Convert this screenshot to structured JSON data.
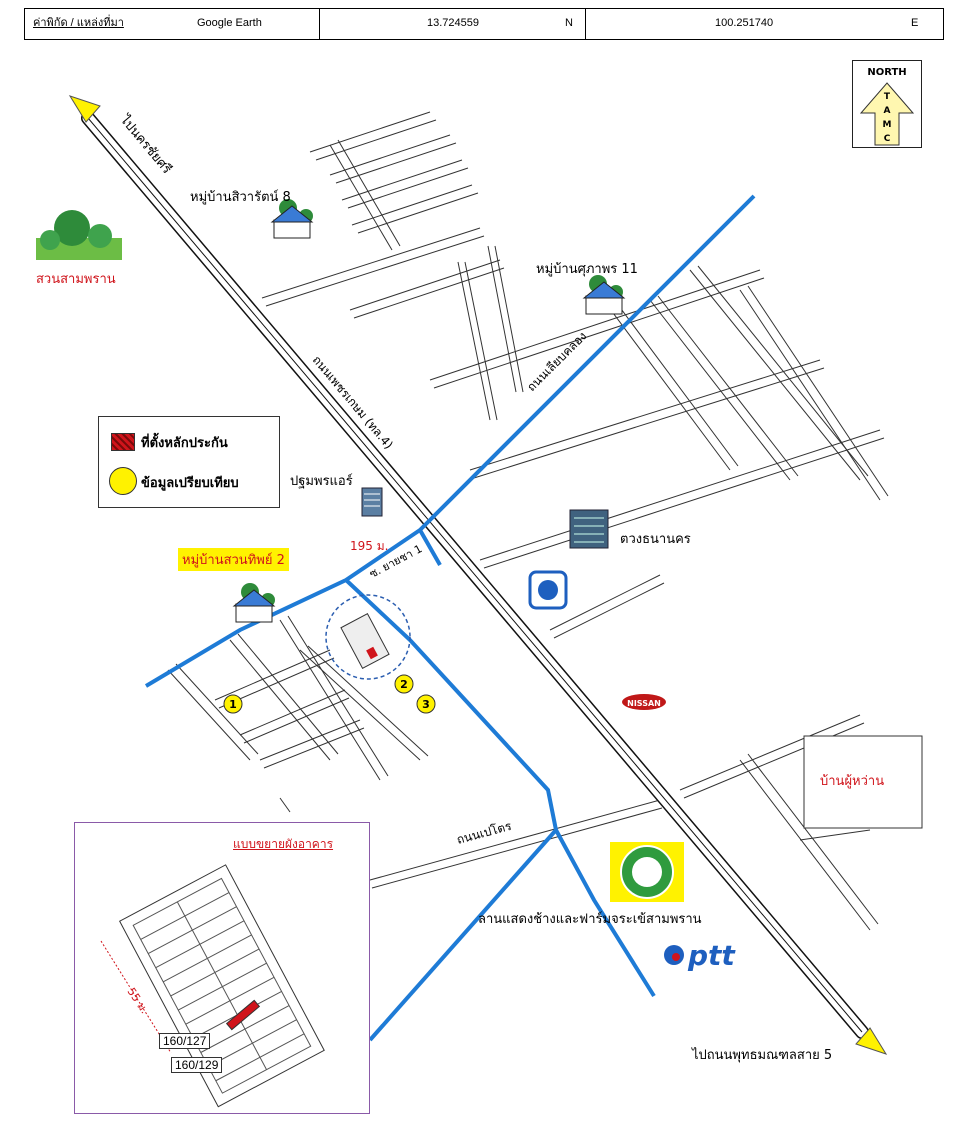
{
  "header": {
    "field_label": "ค่าพิกัด / แหล่งที่มา",
    "source": "Google Earth",
    "lat": "13.724559",
    "lat_dir": "N",
    "lon": "100.251740",
    "lon_dir": "E"
  },
  "north": {
    "n1": "NORTH",
    "t": "T",
    "a": "A",
    "m": "M",
    "c": "C"
  },
  "labels": {
    "to_nakhon_chaisi": "ไปนครชัยศรี",
    "park": "สวนสามพราน",
    "village_siwarat": "หมู่บ้านสิวารัตน์ 8",
    "village_supaporn": "หมู่บ้านศุภาพร 11",
    "road_phetkasem": "ถนนเพชรเกษม (ทล.4)",
    "road_liab_khlong": "ถนนเลียบคลอง",
    "patum_porn_air": "ปฐมพรแอร์",
    "tuang_thanakhon": "ตวงธนานคร",
    "distance": "195 ม.",
    "soi": "ซ. ยายชา 1",
    "village_suanthip": "หมู่บ้านสวนทิพย์ 2",
    "nissan": "NISSAN",
    "ban_phu_wan": "บ้านผู้หว่าน",
    "road_pet_tro": "ถนนเปโตร",
    "elephant_farm": "ลานแสดงช้างและฟาร์มจระเข้สามพราน",
    "ptt": "ptt",
    "to_phutthamonthon": "ไปถนนพุทธมณฑลสาย 5"
  },
  "legend": {
    "collateral": "ที่ตั้งหลักประกัน",
    "comparison": "ข้อมูลเปรียบเทียบ"
  },
  "markers": [
    "1",
    "2",
    "3"
  ],
  "inset": {
    "title": "แบบขยายผังอาคาร",
    "dim": "55 ม.",
    "plot1": "160/127",
    "plot2": "160/129"
  },
  "colors": {
    "canal": "#1e7bd6",
    "collateral": "#d0141b",
    "comparison": "#fff200",
    "inset_border": "#8a5aa8"
  }
}
